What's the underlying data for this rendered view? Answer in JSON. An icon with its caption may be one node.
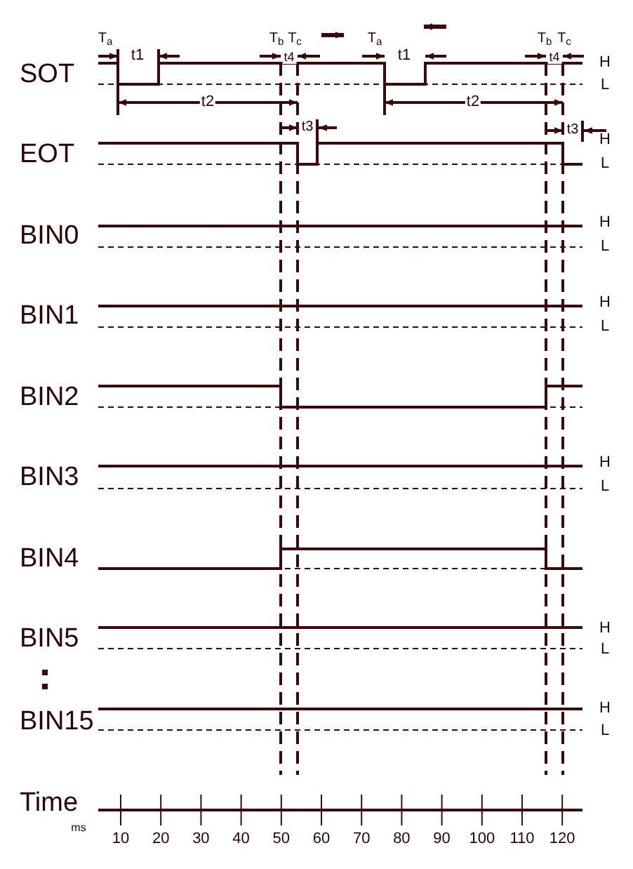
{
  "diagram": {
    "labels": [
      "T$_{a}$",
      "T$_{b}$",
      "T$_{c}$",
      "T$_{a}$",
      "T$_{b}$",
      "T$_{c}$",
      "t1",
      "t4",
      "t1",
      "t4",
      "SOT",
      "H",
      "L",
      "t2",
      "t2",
      "t3",
      "t3",
      "EOT",
      "H",
      "L",
      "BIN0",
      "H",
      "L",
      "BIN1",
      "H",
      "L",
      "BIN2",
      "BIN3",
      "H",
      "L",
      "BIN4",
      "BIN5",
      "H",
      "L",
      "BIN15",
      "H",
      "L",
      "Time",
      "ms",
      "10",
      "20",
      "30",
      "40",
      "50",
      "60",
      "70",
      "80",
      "90",
      "100",
      "110",
      "120"
    ]
  }
}
